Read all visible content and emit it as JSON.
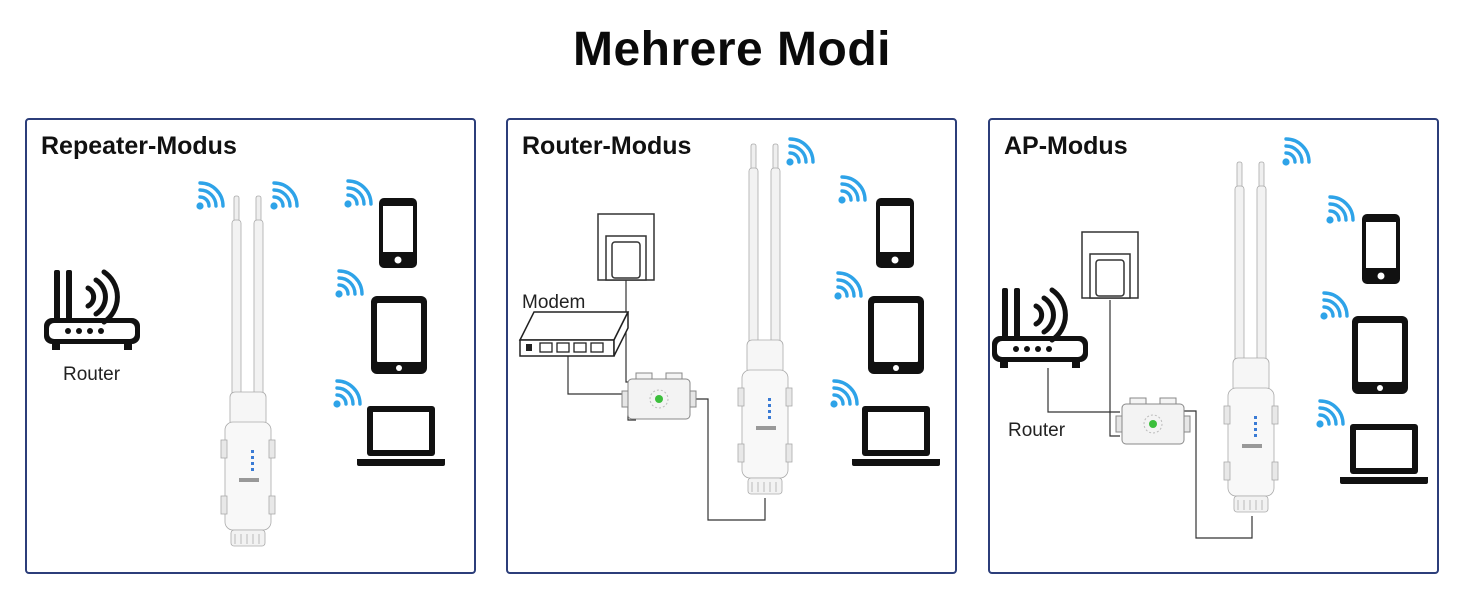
{
  "title": "Mehrere Modi",
  "colors": {
    "border": "#2c3e7a",
    "wifi": "#2ea3e8",
    "device": "#111111",
    "line": "#333333"
  },
  "panels": [
    {
      "title": "Repeater-Modus",
      "labels": {
        "router": "Router"
      },
      "icons": [
        "router-icon",
        "repeater-device",
        "wifi-icon",
        "smartphone-icon",
        "tablet-icon",
        "laptop-icon"
      ]
    },
    {
      "title": "Router-Modus",
      "labels": {
        "modem": "Modem"
      },
      "icons": [
        "wall-outlet-icon",
        "modem-icon",
        "poe-injector",
        "repeater-device",
        "wifi-icon",
        "smartphone-icon",
        "tablet-icon",
        "laptop-icon"
      ]
    },
    {
      "title": "AP-Modus",
      "labels": {
        "router": "Router"
      },
      "icons": [
        "wall-outlet-icon",
        "router-icon",
        "poe-injector",
        "repeater-device",
        "wifi-icon",
        "smartphone-icon",
        "tablet-icon",
        "laptop-icon"
      ]
    }
  ]
}
